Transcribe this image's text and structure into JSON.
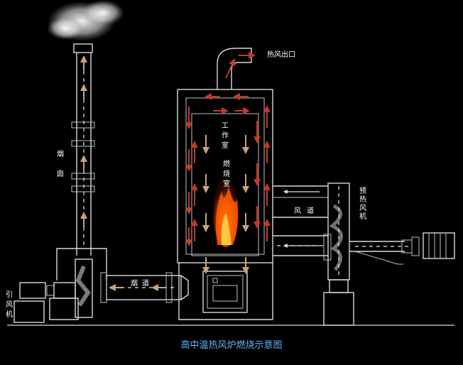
{
  "diagram": {
    "caption": "高中温热风炉燃烧示意图",
    "labels": {
      "hot_air_outlet": "热风出口",
      "work_chamber": [
        "工",
        "作",
        "室"
      ],
      "combustion_chamber": [
        "燃",
        "烧",
        "室"
      ],
      "chimney": [
        "烟",
        "囱"
      ],
      "flue": [
        "烟",
        "道"
      ],
      "air_duct": [
        "风",
        "道"
      ],
      "preheat_fan": [
        "预",
        "热",
        "风",
        "机"
      ],
      "induced_fan": [
        "引",
        "风",
        "机"
      ]
    },
    "colors": {
      "background": "#000000",
      "line": "#d9d9d9",
      "flow_arrow_hot": "#c0392b",
      "flow_arrow_smoke": "#c8a27c",
      "caption": "#5fb7ff",
      "fire": "#ff5a00"
    }
  }
}
